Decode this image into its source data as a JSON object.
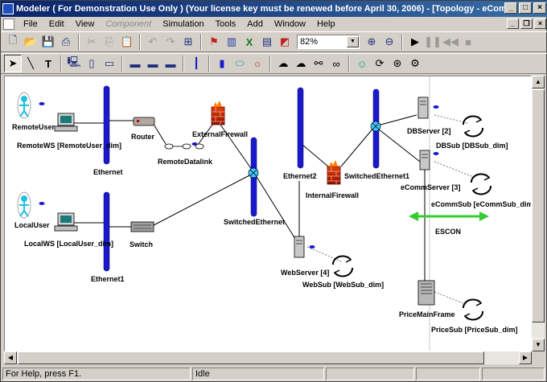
{
  "window": {
    "title": "Modeler ( For Demonstration Use Only ) (Your license key must be renewed before April 30, 2006) - [Topology - eComm",
    "controls": [
      "minimize",
      "maximize",
      "close"
    ]
  },
  "menu": {
    "items": [
      {
        "label": "File",
        "enabled": true
      },
      {
        "label": "Edit",
        "enabled": true
      },
      {
        "label": "View",
        "enabled": true
      },
      {
        "label": "Component",
        "enabled": false
      },
      {
        "label": "Simulation",
        "enabled": true
      },
      {
        "label": "Tools",
        "enabled": true
      },
      {
        "label": "Add",
        "enabled": true
      },
      {
        "label": "Window",
        "enabled": true
      },
      {
        "label": "Help",
        "enabled": true
      }
    ]
  },
  "toolbar1": {
    "zoom_value": "82%",
    "icons": [
      "new-icon",
      "open-icon",
      "save-icon",
      "print-icon",
      "cut-icon",
      "copy-icon",
      "paste-icon",
      "undo-icon",
      "redo-icon",
      "layout-icon",
      "graph-icon",
      "statistics-icon",
      "excel-icon",
      "compare-icon",
      "report-icon",
      "zoom-in-icon",
      "zoom-out-icon",
      "run-icon",
      "pause-icon",
      "step-back-icon",
      "stop-icon"
    ]
  },
  "toolbar2": {
    "icons": [
      "select-tool-icon",
      "link-tool-icon",
      "text-tool-icon",
      "workstation-tool-icon",
      "server-tool-icon",
      "router-tool-icon",
      "switch-tool-icon",
      "hub-tool-icon",
      "bus-tool-icon",
      "segment-tool-icon",
      "ellipse-tool-icon",
      "circle-tool-icon",
      "cloud-tool-icon",
      "cloud-alt-tool-icon",
      "chain-tool-icon",
      "link-alt-tool-icon",
      "user-tool-icon",
      "refresh-tool-icon",
      "download-tool-icon",
      "settings-tool-icon"
    ]
  },
  "canvas": {
    "nodes": [
      {
        "id": "remote-user",
        "label": "RemoteUser",
        "type": "user"
      },
      {
        "id": "remote-ws",
        "label": "RemoteWS [RemoteUser_dim]",
        "type": "workstation"
      },
      {
        "id": "ethernet",
        "label": "Ethernet",
        "type": "bus"
      },
      {
        "id": "router",
        "label": "Router",
        "type": "router"
      },
      {
        "id": "remote-datalink",
        "label": "RemoteDatalink",
        "type": "datalink"
      },
      {
        "id": "external-firewall",
        "label": "ExternalFirewall",
        "type": "firewall"
      },
      {
        "id": "switched-ethernet",
        "label": "SwitchedEthernet",
        "type": "switched-bus"
      },
      {
        "id": "ethernet2",
        "label": "Ethernet2",
        "type": "bus"
      },
      {
        "id": "internal-firewall",
        "label": "InternalFirewall",
        "type": "firewall"
      },
      {
        "id": "switched-ethernet1",
        "label": "SwitchedEthernet1",
        "type": "switched-bus"
      },
      {
        "id": "db-server",
        "label": "DBServer [2]",
        "type": "server"
      },
      {
        "id": "db-sub",
        "label": "DBSub [DBSub_dim]",
        "type": "subnet"
      },
      {
        "id": "ecomm-server",
        "label": "eCommServer [3]",
        "type": "server"
      },
      {
        "id": "ecomm-sub",
        "label": "eCommSub [eCommSub_dim]",
        "type": "subnet"
      },
      {
        "id": "escon",
        "label": "ESCON",
        "type": "escon-link"
      },
      {
        "id": "local-user",
        "label": "LocalUser",
        "type": "user"
      },
      {
        "id": "local-ws",
        "label": "LocalWS [LocalUser_dim]",
        "type": "workstation"
      },
      {
        "id": "ethernet1",
        "label": "Ethernet1",
        "type": "bus"
      },
      {
        "id": "switch",
        "label": "Switch",
        "type": "switch"
      },
      {
        "id": "web-server",
        "label": "WebServer [4]",
        "type": "server"
      },
      {
        "id": "web-sub",
        "label": "WebSub [WebSub_dim]",
        "type": "subnet"
      },
      {
        "id": "price-mainframe",
        "label": "PriceMainFrame",
        "type": "mainframe"
      },
      {
        "id": "price-sub",
        "label": "PriceSub [PriceSub_dim]",
        "type": "subnet"
      }
    ],
    "colors": {
      "bus": "#1a1acc",
      "link": "#000000",
      "escon": "#33cc33",
      "firewall": "#cc2200",
      "switch_marker": "#33ccff"
    }
  },
  "status": {
    "help": "For Help, press F1.",
    "state": "Idle"
  }
}
